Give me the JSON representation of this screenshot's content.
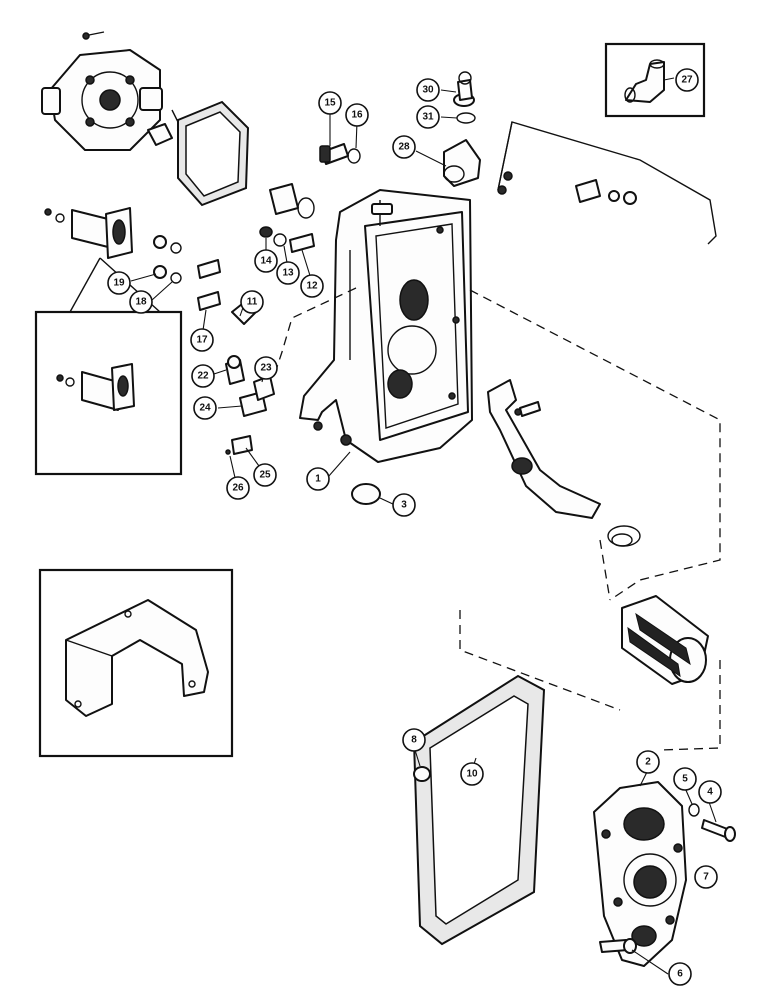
{
  "diagram": {
    "callouts": [
      {
        "id": "1",
        "label": "1"
      },
      {
        "id": "2",
        "label": "2"
      },
      {
        "id": "3",
        "label": "3"
      },
      {
        "id": "4",
        "label": "4"
      },
      {
        "id": "5",
        "label": "5"
      },
      {
        "id": "6",
        "label": "6"
      },
      {
        "id": "7",
        "label": "7"
      },
      {
        "id": "8",
        "label": "8"
      },
      {
        "id": "10",
        "label": "10"
      },
      {
        "id": "11",
        "label": "11"
      },
      {
        "id": "12",
        "label": "12"
      },
      {
        "id": "13",
        "label": "13"
      },
      {
        "id": "14",
        "label": "14"
      },
      {
        "id": "15",
        "label": "15"
      },
      {
        "id": "16",
        "label": "16"
      },
      {
        "id": "17",
        "label": "17"
      },
      {
        "id": "18",
        "label": "18"
      },
      {
        "id": "19",
        "label": "19"
      },
      {
        "id": "22",
        "label": "22"
      },
      {
        "id": "23",
        "label": "23"
      },
      {
        "id": "24",
        "label": "24"
      },
      {
        "id": "25",
        "label": "25"
      },
      {
        "id": "26",
        "label": "26"
      },
      {
        "id": "27",
        "label": "27"
      },
      {
        "id": "28",
        "label": "28"
      },
      {
        "id": "30",
        "label": "30"
      },
      {
        "id": "31",
        "label": "31"
      }
    ]
  }
}
